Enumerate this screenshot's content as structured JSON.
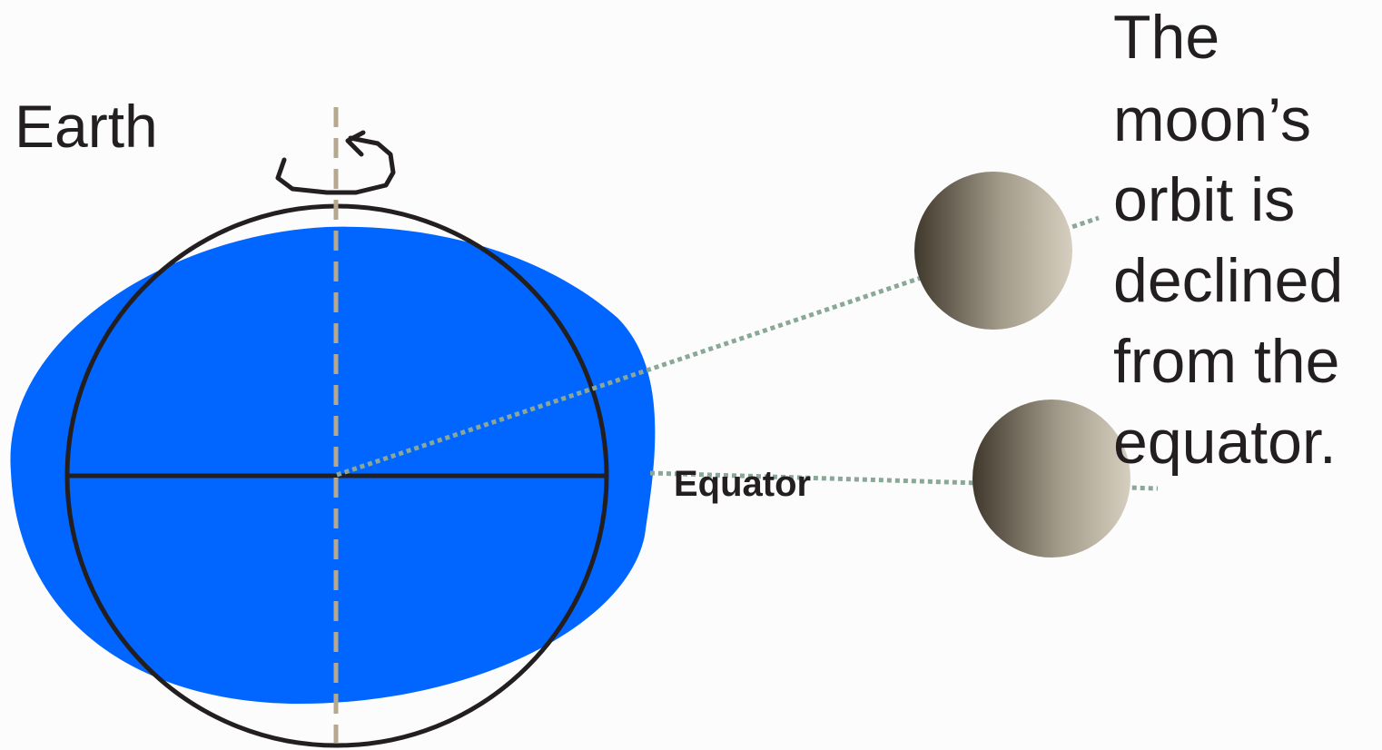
{
  "labels": {
    "earth": "Earth",
    "equator": "Equator",
    "caption_lines": [
      "The",
      "moon’s",
      "orbit is",
      "declined",
      "from the",
      "equator."
    ]
  },
  "colors": {
    "earth_bulge": "#0066ff",
    "outline": "#231f20",
    "rotation_axis": "#b5a88e",
    "orbit_line": "#8aa898",
    "moon_dark": "#3f382c",
    "moon_light": "#d6cfbf"
  },
  "icons": {
    "rotation": "rotation-arrow-icon"
  }
}
